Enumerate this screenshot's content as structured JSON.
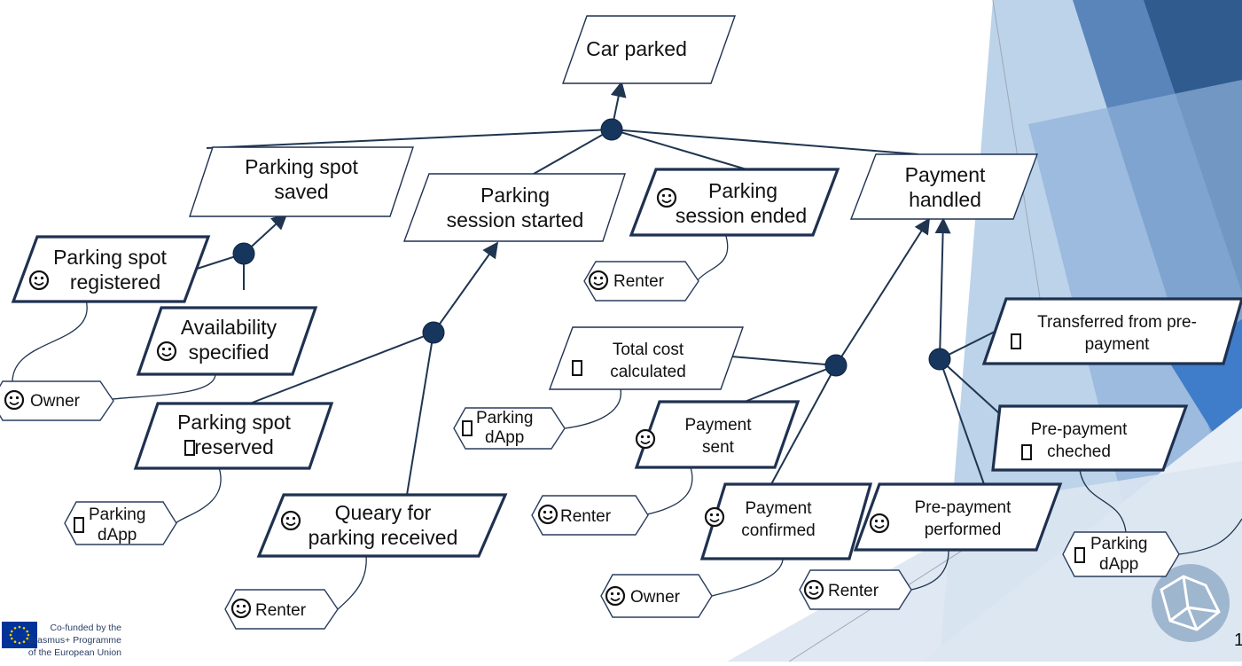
{
  "goals": {
    "car_parked": {
      "line1": "Car parked"
    },
    "spot_saved": {
      "line1": "Parking spot",
      "line2": "saved"
    },
    "session_started": {
      "line1": "Parking",
      "line2": "session started"
    },
    "session_ended": {
      "line1": "Parking",
      "line2": "session ended"
    },
    "payment_handled": {
      "line1": "Payment",
      "line2": "handled"
    },
    "spot_registered": {
      "line1": "Parking spot",
      "line2": "registered"
    },
    "availability": {
      "line1": "Availability",
      "line2": "specified"
    },
    "spot_reserved": {
      "line1": "Parking spot",
      "line2": "reserved"
    },
    "query_received": {
      "line1": "Queary for",
      "line2": "parking received"
    },
    "total_cost": {
      "line1": "Total cost",
      "line2": "calculated"
    },
    "payment_sent": {
      "line1": "Payment",
      "line2": "sent"
    },
    "payment_confirmed": {
      "line1": "Payment",
      "line2": "confirmed"
    },
    "prepayment_performed": {
      "line1": "Pre-payment",
      "line2": "performed"
    },
    "transferred": {
      "line1": "Transferred from pre-",
      "line2": "payment"
    },
    "prepayment_checked": {
      "line1": "Pre-payment",
      "line2": "cheched"
    }
  },
  "roles": {
    "owner_1": "Owner",
    "renter_1": "Renter",
    "dapp_1": {
      "line1": "Parking",
      "line2": "dApp"
    },
    "renter_2": "Renter",
    "dapp_2": {
      "line1": "Parking",
      "line2": "dApp"
    },
    "renter_3": "Renter",
    "owner_2": "Owner",
    "renter_4": "Renter",
    "dapp_3": {
      "line1": "Parking",
      "line2": "dApp"
    }
  },
  "icons": {
    "emotion": "smiley-icon",
    "quality": "square-icon",
    "role": "role-hexagon"
  },
  "footer": {
    "eu_line1": "Co-funded by the",
    "eu_line2": "Erasmus+ Programme",
    "eu_line3": "of the European Union",
    "page_number": "1"
  },
  "colors": {
    "outline": "#1f3150",
    "junction": "#17365d",
    "accent_dark": "#2f5b8f",
    "accent_light": "#bcd3ea",
    "eu_blue": "#003399",
    "eu_star": "#ffcc00"
  }
}
